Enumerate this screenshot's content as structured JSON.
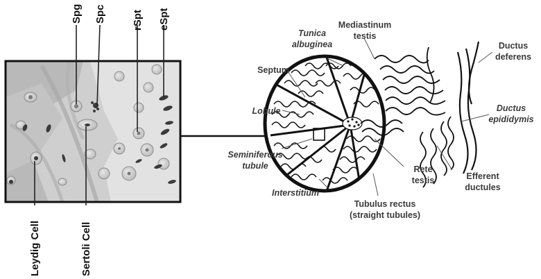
{
  "micrograph": {
    "labels": {
      "spg": "Spg",
      "spc": "Spc",
      "rspt": "rSpt",
      "espt": "eSpt",
      "leydig": "Leydig Cell",
      "sertoli": "Sertoli Cell"
    }
  },
  "testis": {
    "labels": {
      "tunica": [
        "Tunica",
        "albuginea"
      ],
      "mediastinum": [
        "Mediastinum",
        "testis"
      ],
      "ductus_deferens": [
        "Ductus",
        "deferens"
      ],
      "septum": "Septum",
      "ductus_epididymis": [
        "Ductus",
        "epididymis"
      ],
      "lobule": "Lobule",
      "seminiferous": [
        "Seminiferous",
        "tubule"
      ],
      "rete": [
        "Rete",
        "testis"
      ],
      "efferent": [
        "Efferent",
        "ductules"
      ],
      "interstitium": "Interstitium",
      "tubulus": [
        "Tubulus rectus",
        "(straight tubules)"
      ]
    }
  }
}
